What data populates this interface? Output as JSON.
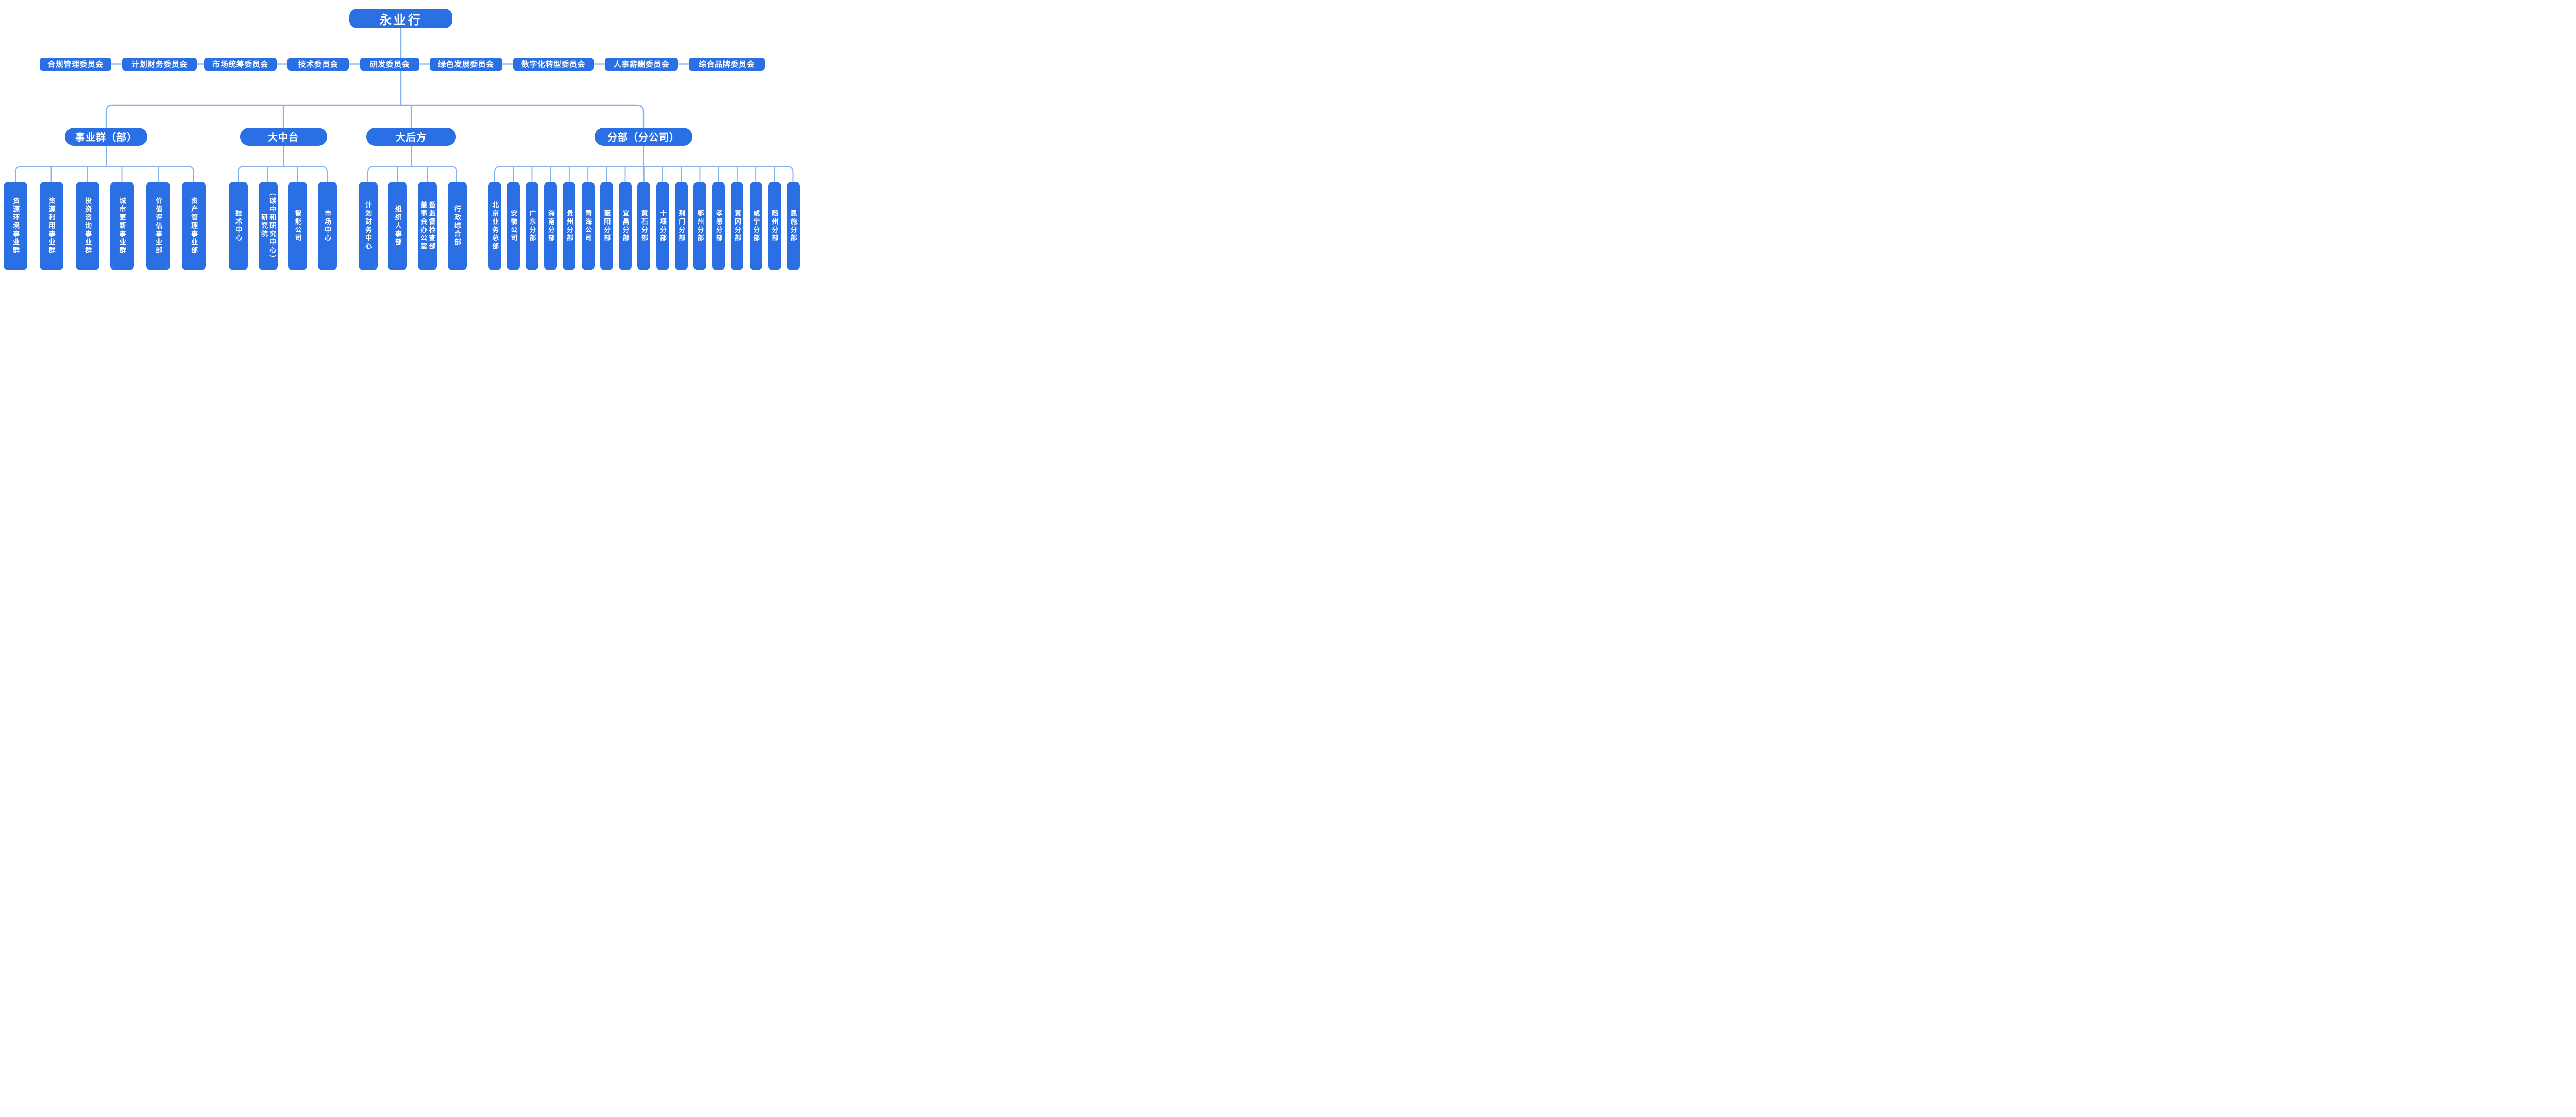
{
  "root": {
    "label": "永业行"
  },
  "committees": [
    "合规管理委员会",
    "计划财务委员会",
    "市场统筹委员会",
    "技术委员会",
    "研发委员会",
    "绿色发展委员会",
    "数字化转型委员会",
    "人事薪酬委员会",
    "综合品牌委员会"
  ],
  "branches": [
    {
      "label": "事业群（部）",
      "children": [
        "资源环境事业群",
        "资源利用事业群",
        "投资咨询事业群",
        "城市更新事业群",
        "价值评估事业部",
        "资产管理事业部"
      ]
    },
    {
      "label": "大中台",
      "children": [
        "技术中心",
        "研究院\n（碳中和研究中心）",
        "智能公司",
        "市场中心"
      ]
    },
    {
      "label": "大后方",
      "children": [
        "计划财务中心",
        "组织人事部",
        "董事会办公室\n暨监督检查部",
        "行政综合部"
      ]
    },
    {
      "label": "分部（分公司）",
      "children": [
        "北京业务总部",
        "安徽公司",
        "广东分部",
        "海南分部",
        "贵州分部",
        "青海公司",
        "襄阳分部",
        "宜昌分部",
        "黄石分部",
        "十堰分部",
        "荆门分部",
        "鄂州分部",
        "孝感分部",
        "黄冈分部",
        "咸宁分部",
        "随州分部",
        "恩施分部"
      ]
    }
  ],
  "colors": {
    "node_fill": "#2A6FE3",
    "connector": "#84B3EB",
    "text": "#FFFFFF",
    "background": "#FFFFFF"
  }
}
